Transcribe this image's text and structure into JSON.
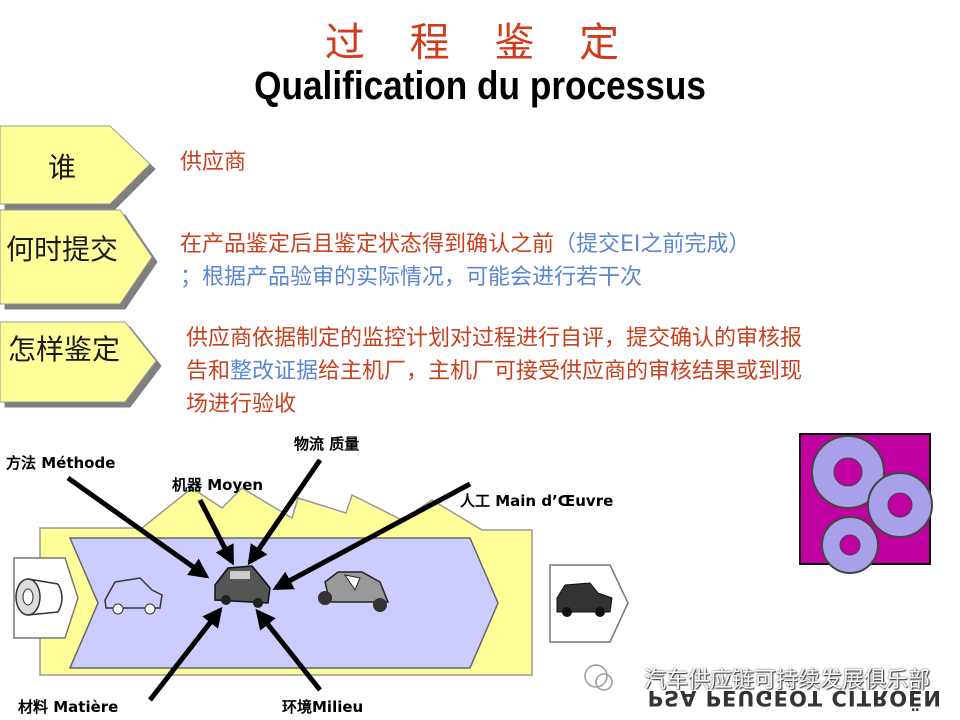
{
  "title": {
    "zh": "过 程 鉴 定",
    "fr": "Qualification du processus"
  },
  "rows": [
    {
      "label": "谁",
      "lines": [
        [
          {
            "text": "供应商",
            "color": "red"
          }
        ]
      ]
    },
    {
      "label": "何时提交",
      "lines": [
        [
          {
            "text": "在产品鉴定后且鉴定状态得到确认之前",
            "color": "red"
          },
          {
            "text": "（提交EI之前完成）",
            "color": "blue"
          }
        ],
        [
          {
            "text": "；根据产品验审的实际情况，可能会进行若干次",
            "color": "blue"
          }
        ]
      ]
    },
    {
      "label": "怎样鉴定",
      "lines": [
        [
          {
            "text": "供应商依据制定的监控计划对过程进行自评，提交确认的审核报",
            "color": "red"
          }
        ],
        [
          {
            "text": "告和",
            "color": "red"
          },
          {
            "text": "整改证据",
            "color": "blue"
          },
          {
            "text": "给主机厂，主机厂可接受供应商的审核结果或到现",
            "color": "red"
          }
        ],
        [
          {
            "text": "场进行验收",
            "color": "red"
          }
        ]
      ]
    }
  ],
  "diagram": {
    "labels": {
      "method": "方法 Méthode",
      "machine": "机器 Moyen",
      "logistics": "物流 质量",
      "labour": "人工 Main d’Œuvre",
      "material": "材料 Matière",
      "environment": "环境Milieu"
    }
  },
  "watermark": "汽车供应链可持续发展俱乐部",
  "logo_text": "PSA PEUGEOT CITROËN",
  "colors": {
    "title_red": "#d23a1c",
    "arrow_yellow": "#ffff99",
    "factory_yellow": "#ffff99",
    "flow_lavender": "#ccccff",
    "gear_purple": "#a8a0e8",
    "gear_magenta": "#c000a0"
  }
}
